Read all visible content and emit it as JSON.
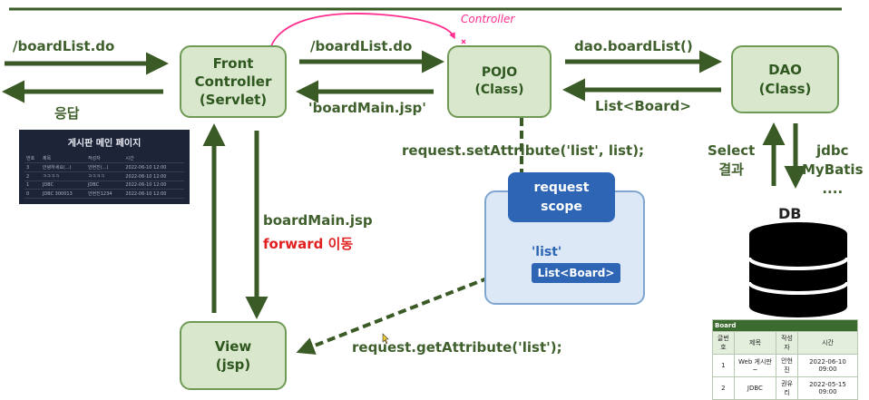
{
  "boxes": {
    "front_controller": [
      "Front",
      "Controller",
      "(Servlet)"
    ],
    "pojo": [
      "POJO",
      "(Class)"
    ],
    "dao": [
      "DAO",
      "(Class)"
    ],
    "view": [
      "View",
      "(jsp)"
    ]
  },
  "labels": {
    "request_url": "/boardList.do",
    "response": "응답",
    "forward_url": "/boardList.do",
    "return_view": "'boardMain.jsp'",
    "dao_call": "dao.boardList()",
    "dao_return": "List<Board>",
    "set_attr": "request.setAttribute('list', list);",
    "get_attr": "request.getAttribute('list');",
    "board_main": "boardMain.jsp",
    "forward_move": "forward 이동",
    "select_result": [
      "Select",
      "결과"
    ],
    "db_tech": [
      "jdbc",
      "MyBatis",
      "...."
    ],
    "db": "DB",
    "scope": [
      "request",
      "scope"
    ],
    "list_key": "'list'",
    "list_value": "List<Board>",
    "handwritten_controller": "Controller"
  },
  "thumbnail": {
    "title": "게시판 메인 페이지",
    "headers": [
      "번호",
      "제목",
      "작성자",
      "시간"
    ],
    "rows": [
      [
        "3",
        "안녕하세요(...)",
        "안현진(...)",
        "2022-06-10 12:00"
      ],
      [
        "2",
        "ㅋㅋㅋㅋ",
        "ㅋㅋㅋㅋ",
        "2022-06-10 12:00"
      ],
      [
        "1",
        "JDBC",
        "JDBC",
        "2022-06-10 12:00"
      ],
      [
        "0",
        "JDBC 300013",
        "안현진1234",
        "2022-06-10 12:00"
      ]
    ]
  },
  "board_table": {
    "caption": "Board",
    "headers": [
      "글번호",
      "제목",
      "작성자",
      "시간"
    ],
    "rows": [
      [
        "1",
        "Web 게시판~",
        "안현진",
        "2022-06-10 09:00"
      ],
      [
        "2",
        "JDBC",
        "권유리",
        "2022-05-15 09:00"
      ]
    ]
  },
  "colors": {
    "arrow": "#3a5a26",
    "box_fill": "#d9e8cc",
    "box_border": "#6f9a55",
    "scope_blue": "#2e66b5",
    "annotation_pink": "#ff2f8f",
    "red_text": "#e02020"
  }
}
